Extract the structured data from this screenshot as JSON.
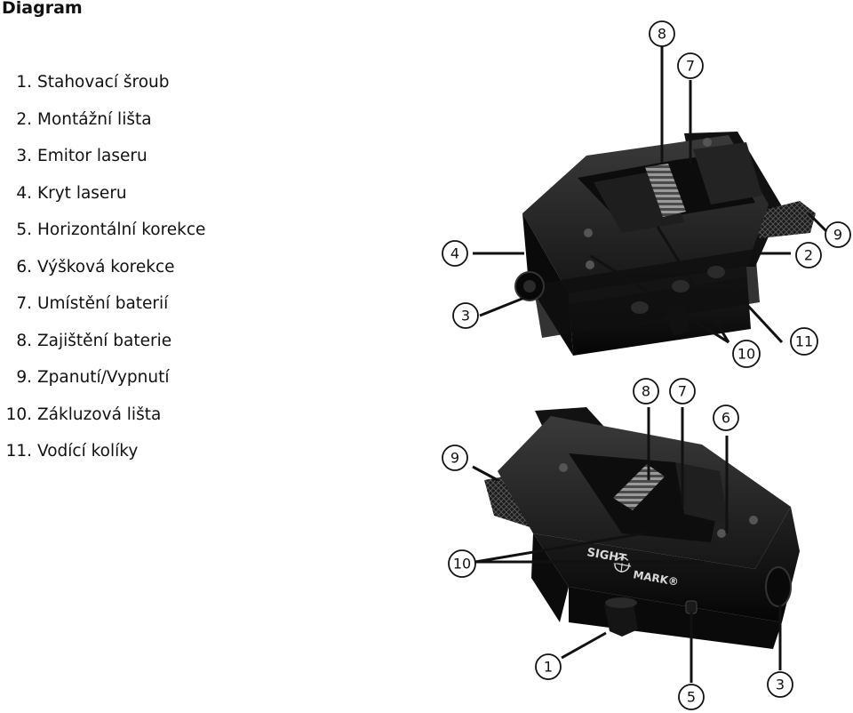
{
  "heading": "Diagram",
  "legend": [
    {
      "num": "1.",
      "text": "Stahovací šroub"
    },
    {
      "num": "2.",
      "text": "Montážní lišta"
    },
    {
      "num": "3.",
      "text": "Emitor laseru"
    },
    {
      "num": "4.",
      "text": "Kryt laseru"
    },
    {
      "num": "5.",
      "text": "Horizontální korekce"
    },
    {
      "num": "6.",
      "text": "Výšková korekce"
    },
    {
      "num": "7.",
      "text": "Umístění baterií"
    },
    {
      "num": "8.",
      "text": "Zajištění baterie"
    },
    {
      "num": "9.",
      "text": "Zpanutí/Vypnutí"
    },
    {
      "num": "10.",
      "text": "Zákluzová lišta"
    },
    {
      "num": "11.",
      "text": "Vodící kolíky"
    }
  ],
  "brand_text": {
    "top": "SIGHT",
    "bottom": "MARK®"
  },
  "callouts_top": [
    "8",
    "7",
    "9",
    "4",
    "2",
    "3",
    "10",
    "11"
  ],
  "callouts_bottom": [
    "8",
    "7",
    "6",
    "9",
    "10",
    "1",
    "5",
    "3"
  ]
}
